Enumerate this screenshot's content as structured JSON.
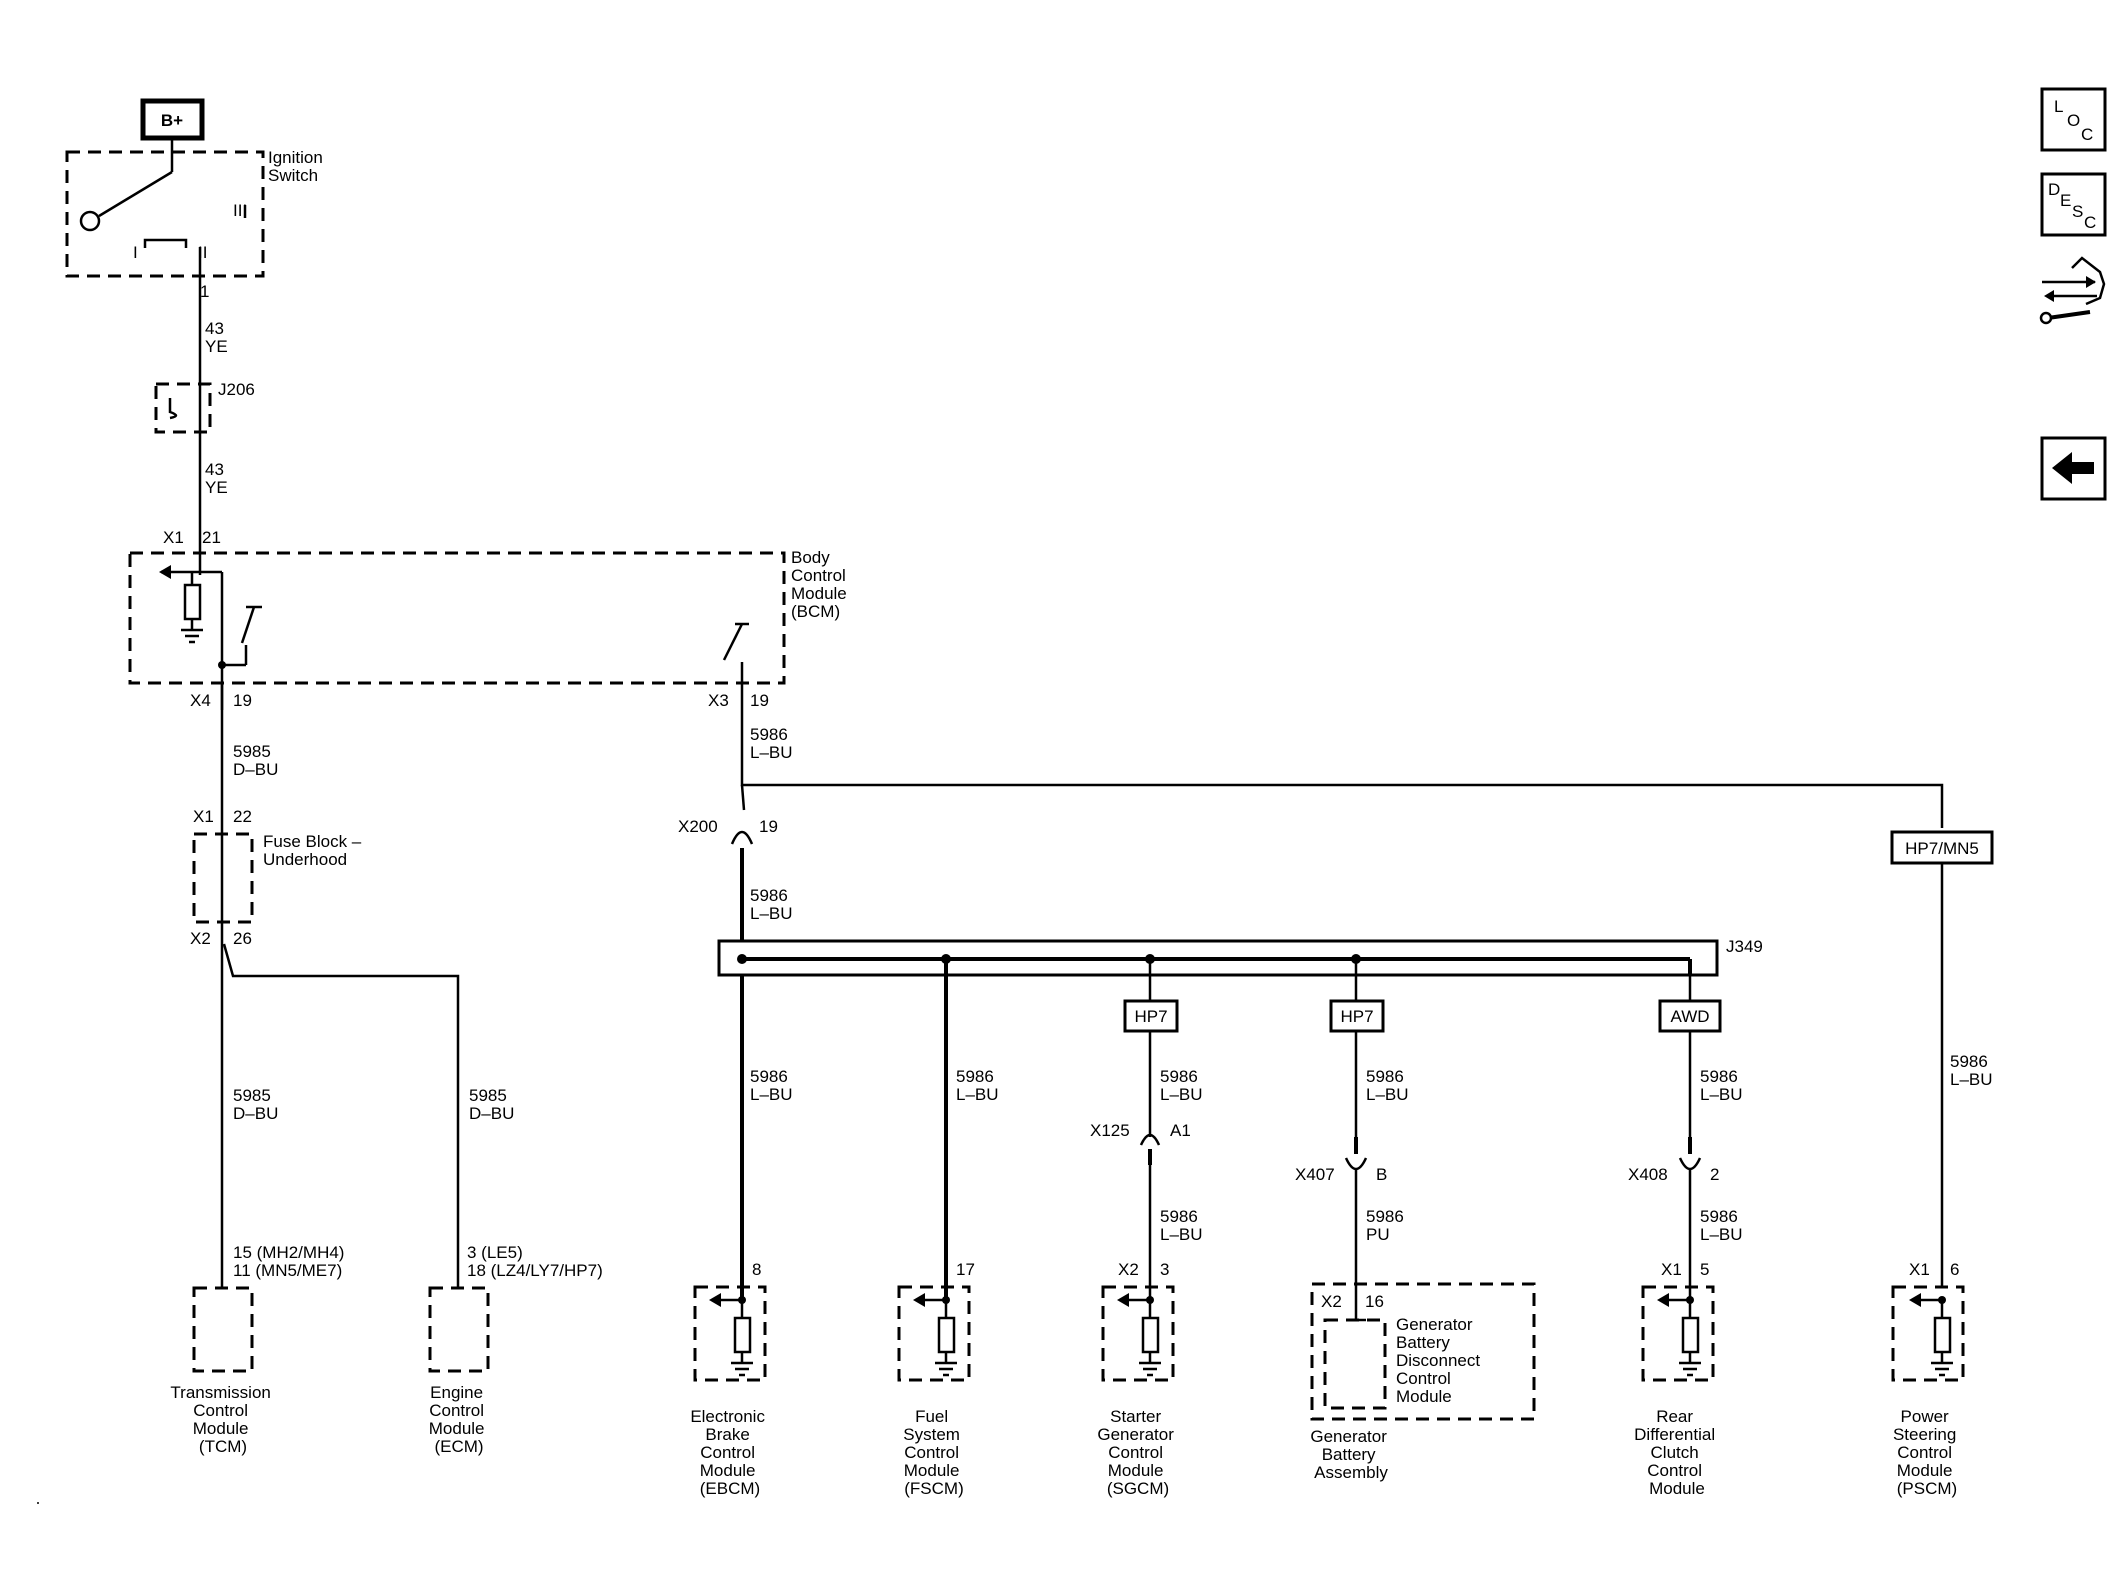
{
  "power": {
    "source": "B+"
  },
  "ignition": {
    "name": [
      "Ignition",
      "Switch"
    ],
    "pos_i": "I",
    "pos_ii": "II",
    "pos_iii": "III",
    "pin": "1"
  },
  "wire1": {
    "circuit": "43",
    "color": "YE"
  },
  "splice1": {
    "name": "J206"
  },
  "wire2": {
    "circuit": "43",
    "color": "YE"
  },
  "bcm": {
    "name": [
      "Body",
      "Control",
      "Module",
      "(BCM)"
    ],
    "in_conn": "X1",
    "in_pin": "21",
    "out1_conn": "X4",
    "out1_pin": "19",
    "out2_conn": "X3",
    "out2_pin": "19"
  },
  "wire_5985": {
    "circuit": "5985",
    "color": "D–BU"
  },
  "fuse_block": {
    "name": [
      "Fuse Block –",
      "Underhood"
    ],
    "in_conn": "X1",
    "in_pin": "22",
    "out_conn": "X2",
    "out_pin": "26"
  },
  "wire_tcm": {
    "circuit": "5985",
    "color": "D–BU"
  },
  "wire_ecm": {
    "circuit": "5985",
    "color": "D–BU"
  },
  "tcm": {
    "pins": [
      "15 (MH2/MH4)",
      "11 (MN5/ME7)"
    ],
    "name": [
      "Transmission",
      "Control",
      "Module",
      "(TCM)"
    ]
  },
  "ecm": {
    "pins": [
      "3 (LE5)",
      "18 (LZ4/LY7/HP7)"
    ],
    "name": [
      "Engine",
      "Control",
      "Module",
      "(ECM)"
    ]
  },
  "wire_5986_top": {
    "circuit": "5986",
    "color": "L–BU"
  },
  "inline_x200": {
    "conn": "X200",
    "pin": "19"
  },
  "wire_5986_mid": {
    "circuit": "5986",
    "color": "L–BU"
  },
  "option_pscm": "HP7/MN5",
  "splice_pack": {
    "name": "J349"
  },
  "options": {
    "sgcm": "HP7",
    "gbdcm": "HP7",
    "rdccm": "AWD"
  },
  "wires_5986": [
    {
      "circuit": "5986",
      "color": "L–BU"
    },
    {
      "circuit": "5986",
      "color": "L–BU"
    },
    {
      "circuit": "5986",
      "color": "L–BU"
    },
    {
      "circuit": "5986",
      "color": "L–BU"
    },
    {
      "circuit": "5986",
      "color": "L–BU"
    },
    {
      "circuit": "5986",
      "color": "L–BU"
    }
  ],
  "inline_x125": {
    "conn": "X125",
    "pin": "A1"
  },
  "inline_x407": {
    "conn": "X407",
    "pin": "B"
  },
  "inline_x408": {
    "conn": "X408",
    "pin": "2"
  },
  "wire_sgcm_low": {
    "circuit": "5986",
    "color": "L–BU"
  },
  "wire_gbdcm_low": {
    "circuit": "5986",
    "color": "PU"
  },
  "wire_rdccm_low": {
    "circuit": "5986",
    "color": "L–BU"
  },
  "ebcm": {
    "pin": "8",
    "name": [
      "Electronic",
      "Brake",
      "Control",
      "Module",
      "(EBCM)"
    ]
  },
  "fscm": {
    "pin": "17",
    "name": [
      "Fuel",
      "System",
      "Control",
      "Module",
      "(FSCM)"
    ]
  },
  "sgcm": {
    "conn": "X2",
    "pin": "3",
    "name": [
      "Starter",
      "Generator",
      "Control",
      "Module",
      "(SGCM)"
    ]
  },
  "gbdcm": {
    "conn": "X2",
    "pin": "16",
    "name": [
      "Generator",
      "Battery",
      "Disconnect",
      "Control",
      "Module"
    ]
  },
  "gba": {
    "name": [
      "Generator",
      "Battery",
      "Assembly"
    ]
  },
  "rdccm": {
    "conn": "X1",
    "pin": "5",
    "name": [
      "Rear",
      "Differential",
      "Clutch",
      "Control",
      "Module"
    ]
  },
  "pscm": {
    "conn": "X1",
    "pin": "6",
    "name": [
      "Power",
      "Steering",
      "Control",
      "Module",
      "(PSCM)"
    ]
  },
  "nav": {
    "loc": {
      "l": "L",
      "o": "O",
      "c": "C"
    },
    "desc": {
      "d": "D",
      "e": "E",
      "s": "S",
      "c": "C"
    },
    "icons": [
      "connector-end-view-icon",
      "back-arrow-icon"
    ]
  }
}
